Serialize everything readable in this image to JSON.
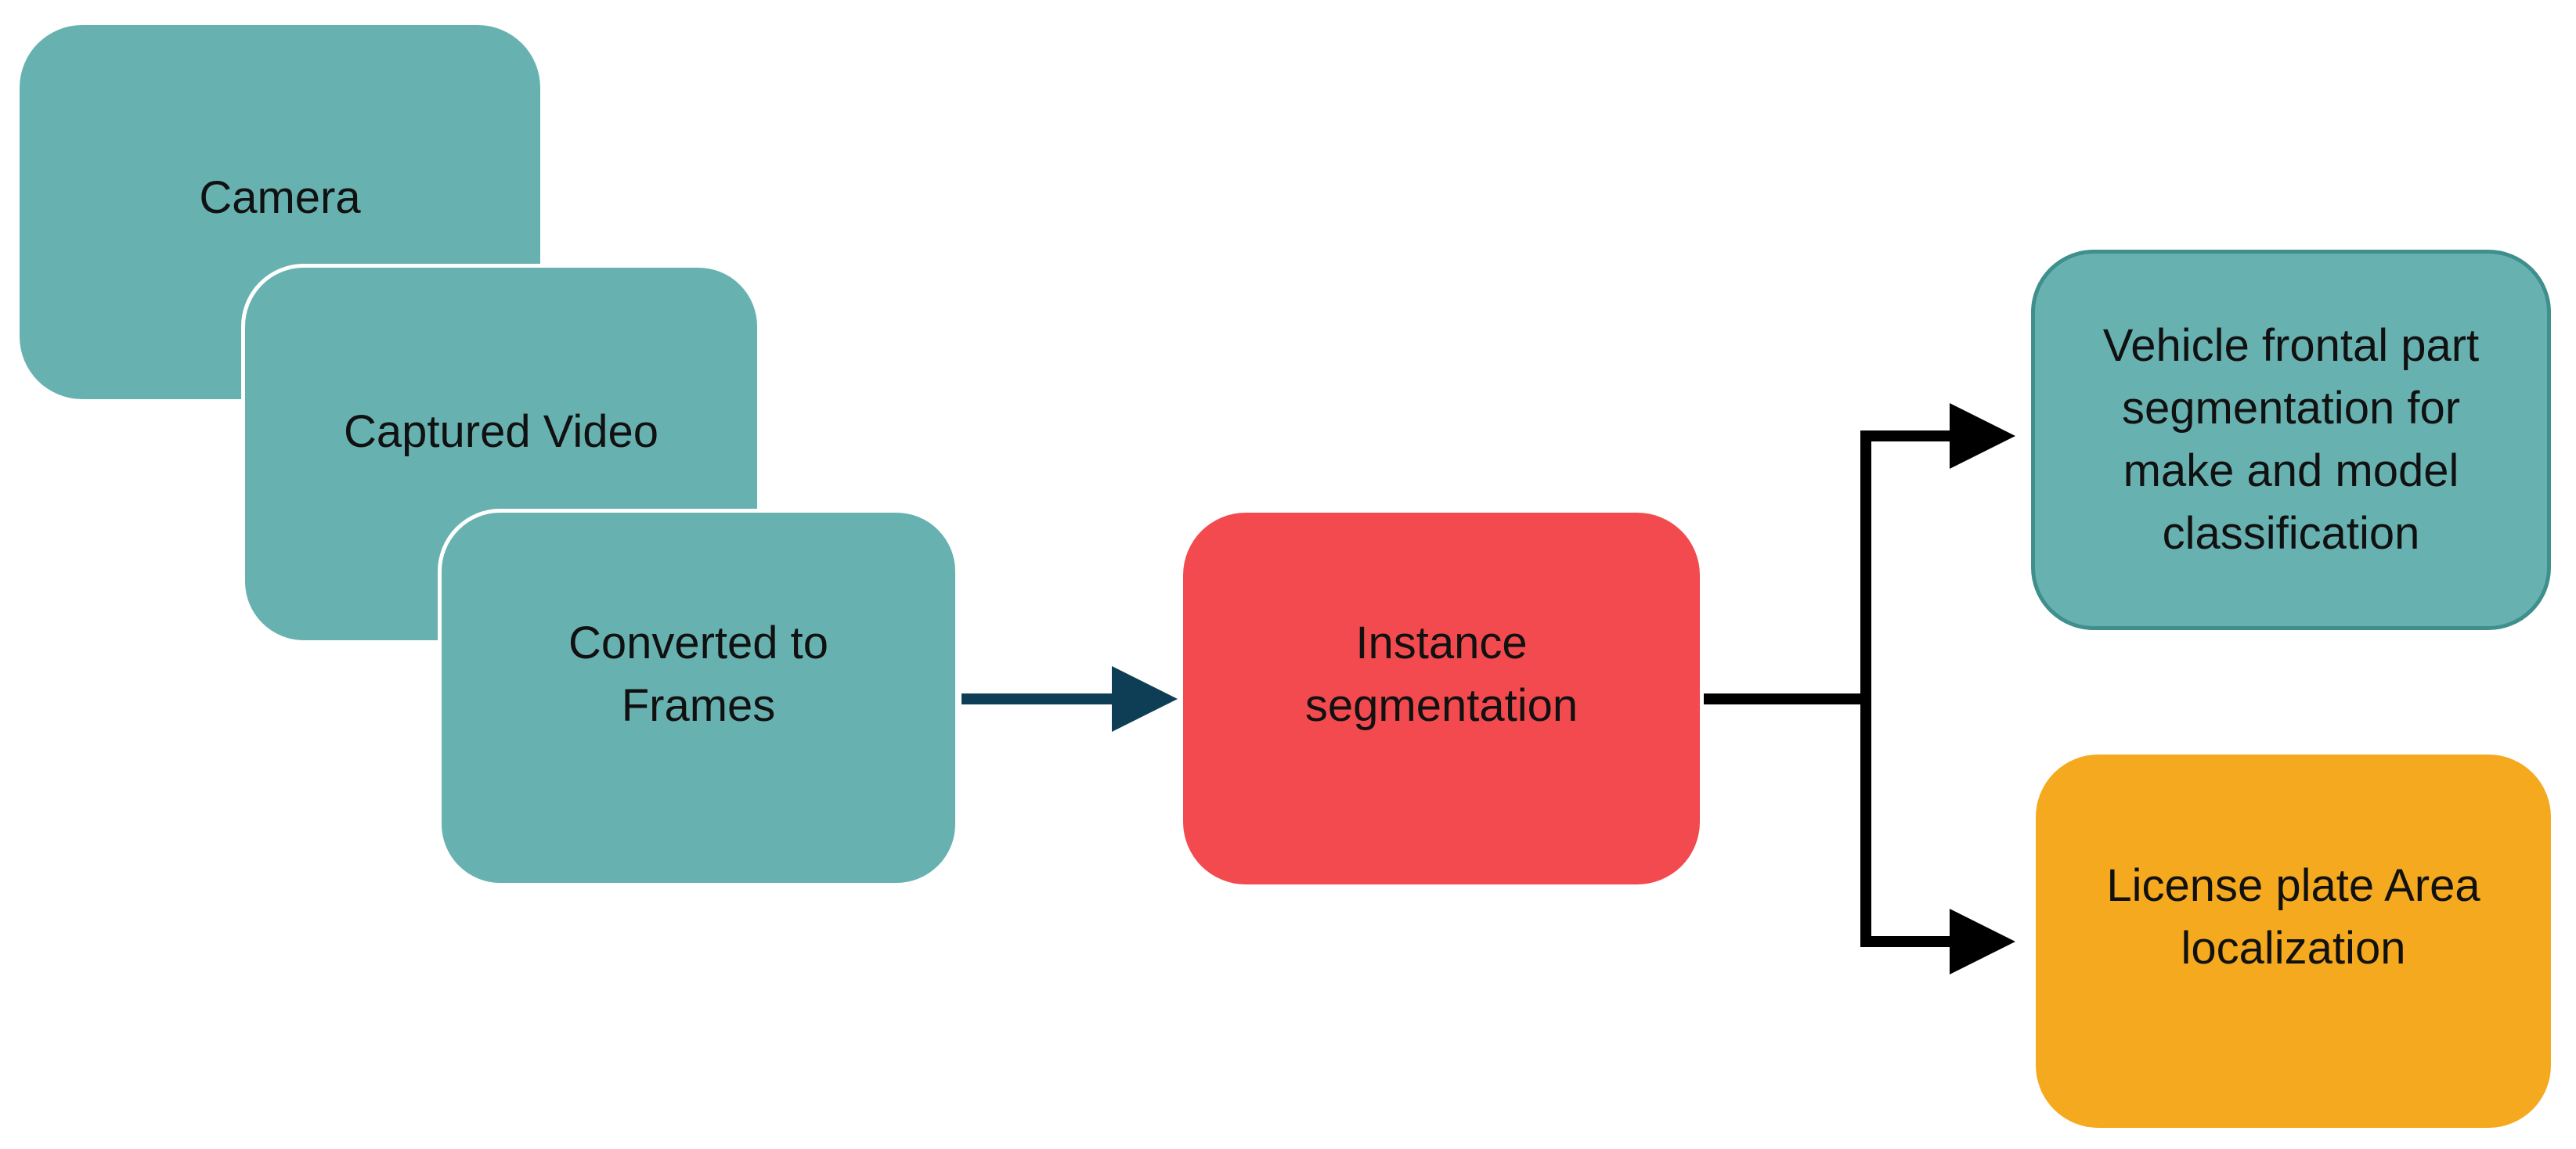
{
  "nodes": {
    "camera": "Camera",
    "captured_video": "Captured Video",
    "converted_frames": "Converted to\nFrames",
    "instance_segmentation": "Instance\nsegmentation",
    "vehicle_segmentation": "Vehicle frontal part\nsegmentation for\nmake and model\nclassification",
    "license_plate": "License plate Area\nlocalization"
  },
  "colors": {
    "teal": "#67b2b0",
    "teal_edge": "#3f8f8c",
    "red": "#f24a4e",
    "orange": "#f5a91f",
    "arrow_navy": "#0e3e55",
    "arrow_black": "#000000"
  }
}
